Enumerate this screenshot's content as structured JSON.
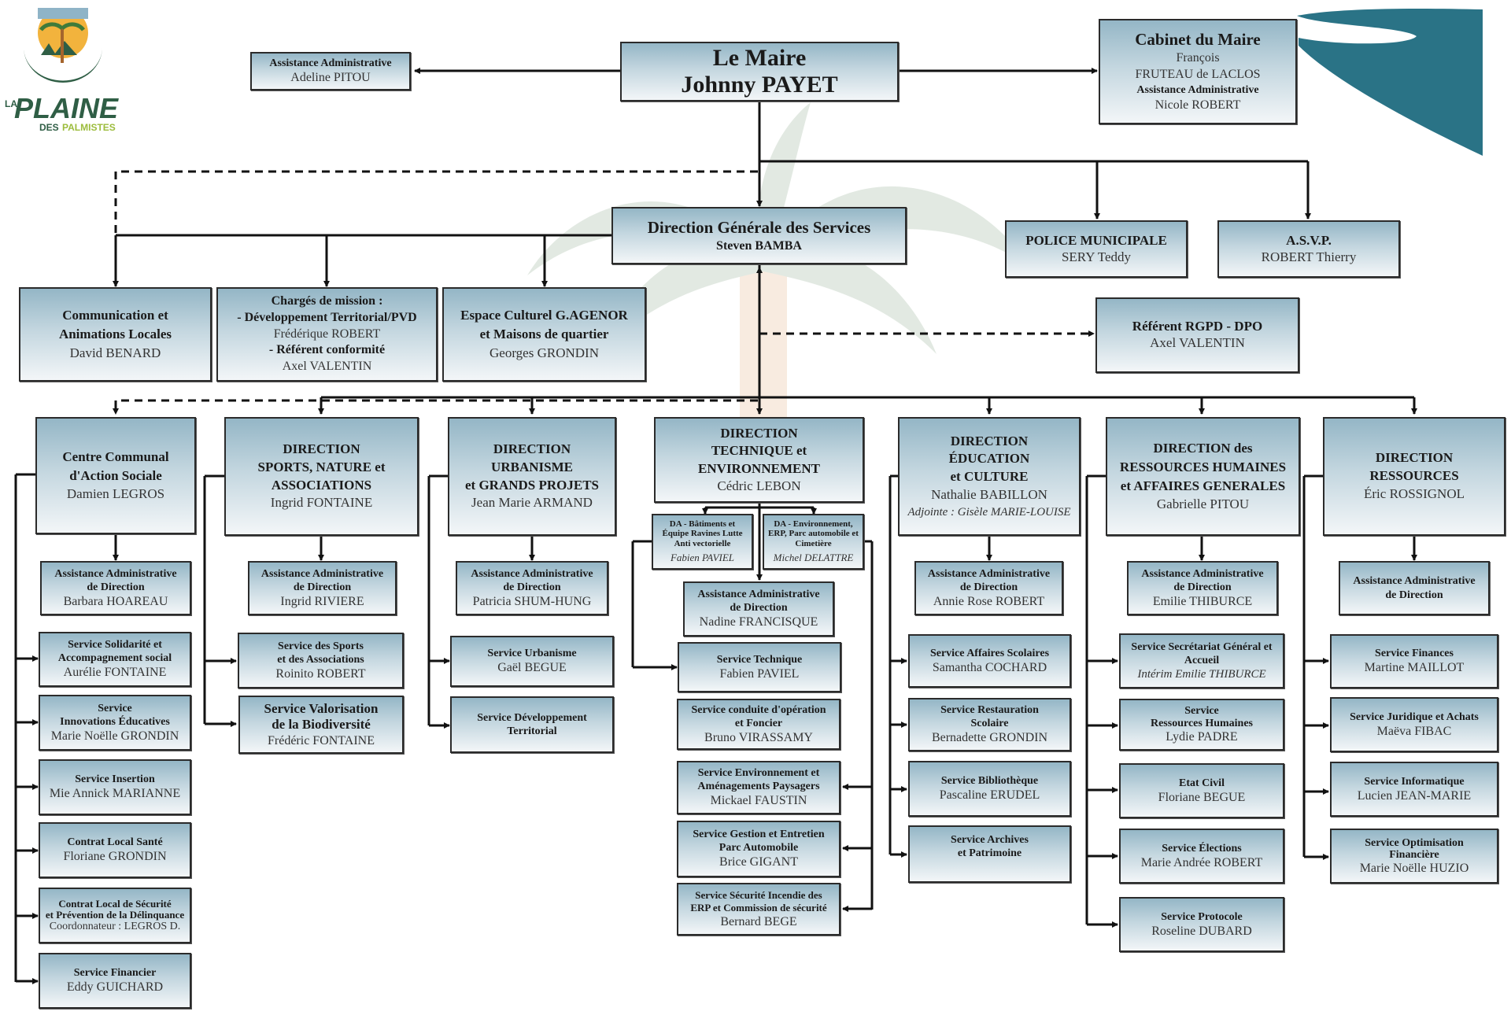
{
  "logo": {
    "line1": "LA",
    "line2": "PLAINE",
    "line3a": "DES",
    "line3b": "PALMISTES"
  },
  "maire": {
    "title": "Le Maire",
    "name": "Johnny PAYET"
  },
  "assistance_maire": {
    "title": "Assistance Administrative",
    "name": "Adeline PITOU"
  },
  "cabinet": {
    "title": "Cabinet du Maire",
    "name1": "François",
    "name2": "FRUTEAU de LACLOS",
    "sub": "Assistance Administrative",
    "sub_name": "Nicole ROBERT"
  },
  "dgs": {
    "title": "Direction Générale des Services",
    "name": "Steven BAMBA"
  },
  "police": {
    "title": "POLICE MUNICIPALE",
    "name": "SERY Teddy"
  },
  "asvp": {
    "title": "A.S.V.P.",
    "name": "ROBERT Thierry"
  },
  "communication": {
    "title1": "Communication et",
    "title2": "Animations Locales",
    "name": "David BENARD"
  },
  "charges": {
    "title": "Chargés de mission :",
    "item1": "- Développement Territorial/PVD",
    "name1": "Frédérique ROBERT",
    "item2": "- Référent conformité",
    "name2": "Axel VALENTIN"
  },
  "espace": {
    "title1": "Espace Culturel  G.AGENOR",
    "title2": "et Maisons de quartier",
    "name": "Georges GRONDIN"
  },
  "rgpd": {
    "title": "Référent RGPD - DPO",
    "name": "Axel VALENTIN"
  },
  "ccas": {
    "title1": "Centre Communal",
    "title2": "d'Action Sociale",
    "name": "Damien LEGROS",
    "assist": {
      "title1": "Assistance Administrative",
      "title2": "de Direction",
      "name": "Barbara HOAREAU"
    },
    "services": [
      {
        "title1": "Service Solidarité et",
        "title2": "Accompagnement social",
        "name": "Aurélie FONTAINE"
      },
      {
        "title1": "Service",
        "title2": "Innovations Éducatives",
        "name": "Marie Noëlle GRONDIN"
      },
      {
        "title1": "Service Insertion",
        "title2": "",
        "name": "Mie Annick MARIANNE"
      },
      {
        "title1": "Contrat Local Santé",
        "title2": "",
        "name": "Floriane GRONDIN"
      },
      {
        "title1": "Contrat Local  de Sécurité",
        "title2": "et Prévention de la Délinquance",
        "name": "Coordonnateur : LEGROS D."
      },
      {
        "title1": "Service Financier",
        "title2": "",
        "name": "Eddy GUICHARD"
      }
    ]
  },
  "sports": {
    "title1": "DIRECTION",
    "title2": "SPORTS, NATURE et",
    "title3": "ASSOCIATIONS",
    "name": "Ingrid FONTAINE",
    "assist": {
      "title1": "Assistance Administrative",
      "title2": "de Direction",
      "name": "Ingrid RIVIERE"
    },
    "services": [
      {
        "title1": "Service des Sports",
        "title2": "et des Associations",
        "name": "Roinito ROBERT"
      },
      {
        "title1": "Service Valorisation",
        "title2": "de la Biodiversité",
        "name": "Frédéric FONTAINE"
      }
    ]
  },
  "urbanisme": {
    "title1": "DIRECTION",
    "title2": "URBANISME",
    "title3": "et GRANDS PROJETS",
    "name": "Jean Marie ARMAND",
    "assist": {
      "title1": "Assistance Administrative",
      "title2": "de Direction",
      "name": "Patricia SHUM-HUNG"
    },
    "services": [
      {
        "title1": "Service Urbanisme",
        "title2": "",
        "name": "Gaël BEGUE"
      },
      {
        "title1": "Service Développement",
        "title2": "Territorial",
        "name": ""
      }
    ]
  },
  "technique": {
    "title1": "DIRECTION",
    "title2": "TECHNIQUE et",
    "title3": "ENVIRONNEMENT",
    "name": "Cédric LEBON",
    "da1": {
      "title": "DA - Bâtiments et Équipe Ravines Lutte Anti vectorielle",
      "name": "Fabien PAVIEL"
    },
    "da2": {
      "title": "DA - Environnement, ERP, Parc automobile et Cimetière",
      "name": "Michel DELATTRE"
    },
    "assist": {
      "title1": "Assistance Administrative",
      "title2": "de Direction",
      "name": "Nadine FRANCISQUE"
    },
    "services": [
      {
        "title1": "Service Technique",
        "title2": "",
        "name": "Fabien PAVIEL"
      },
      {
        "title1": "Service conduite d'opération",
        "title2": "et Foncier",
        "name": "Bruno VIRASSAMY"
      },
      {
        "title1": "Service Environnement et",
        "title2": "Aménagements Paysagers",
        "name": "Mickael FAUSTIN"
      },
      {
        "title1": "Service Gestion et Entretien",
        "title2": "Parc Automobile",
        "name": "Brice GIGANT"
      },
      {
        "title1": "Service Sécurité Incendie des",
        "title2": "ERP et Commission de sécurité",
        "name": "Bernard BEGE"
      }
    ]
  },
  "education": {
    "title1": "DIRECTION",
    "title2": "ÉDUCATION",
    "title3": "et CULTURE",
    "name": "Nathalie BABILLON",
    "adjointe": "Adjointe : Gisèle MARIE-LOUISE",
    "assist": {
      "title1": "Assistance Administrative",
      "title2": "de Direction",
      "name": "Annie Rose ROBERT"
    },
    "services": [
      {
        "title1": "Service Affaires Scolaires",
        "title2": "",
        "name": "Samantha COCHARD"
      },
      {
        "title1": "Service Restauration",
        "title2": "Scolaire",
        "name": "Bernadette GRONDIN"
      },
      {
        "title1": "Service Bibliothèque",
        "title2": "",
        "name": "Pascaline ERUDEL"
      },
      {
        "title1": "Service Archives",
        "title2": "et Patrimoine",
        "name": ""
      }
    ]
  },
  "rh": {
    "title1": "DIRECTION des",
    "title2": "RESSOURCES HUMAINES",
    "title3": "et AFFAIRES GENERALES",
    "name": "Gabrielle PITOU",
    "assist": {
      "title1": "Assistance Administrative",
      "title2": "de Direction",
      "name": "Emilie THIBURCE"
    },
    "services": [
      {
        "title1": "Service Secrétariat Général et",
        "title2": "Accueil",
        "name": "Intérim Emilie THIBURCE"
      },
      {
        "title1": "Service",
        "title2": "Ressources Humaines",
        "name": "Lydie PADRE"
      },
      {
        "title1": "Etat Civil",
        "title2": "",
        "name": "Floriane BEGUE"
      },
      {
        "title1": "Service  Élections",
        "title2": "",
        "name": "Marie Andrée ROBERT"
      },
      {
        "title1": "Service Protocole",
        "title2": "",
        "name": "Roseline DUBARD"
      }
    ]
  },
  "ressources": {
    "title1": "DIRECTION",
    "title2": "RESSOURCES",
    "name": "Éric ROSSIGNOL",
    "assist": {
      "title1": "Assistance Administrative",
      "title2": "de Direction",
      "name": ""
    },
    "services": [
      {
        "title1": "Service Finances",
        "title2": "",
        "name": "Martine MAILLOT"
      },
      {
        "title1": "Service Juridique et Achats",
        "title2": "",
        "name": "Maëva FIBAC"
      },
      {
        "title1": "Service Informatique",
        "title2": "",
        "name": "Lucien  JEAN-MARIE"
      },
      {
        "title1": "Service Optimisation",
        "title2": "Financière",
        "name": "Marie Noëlle HUZIO"
      }
    ]
  },
  "colors": {
    "box_top": "#94b6c6",
    "box_bottom": "#f3f6f8",
    "border": "#2b2b2b",
    "wave": "#2a7386",
    "logo_green": "#2f5e45",
    "logo_lime": "#9cbc3c"
  }
}
